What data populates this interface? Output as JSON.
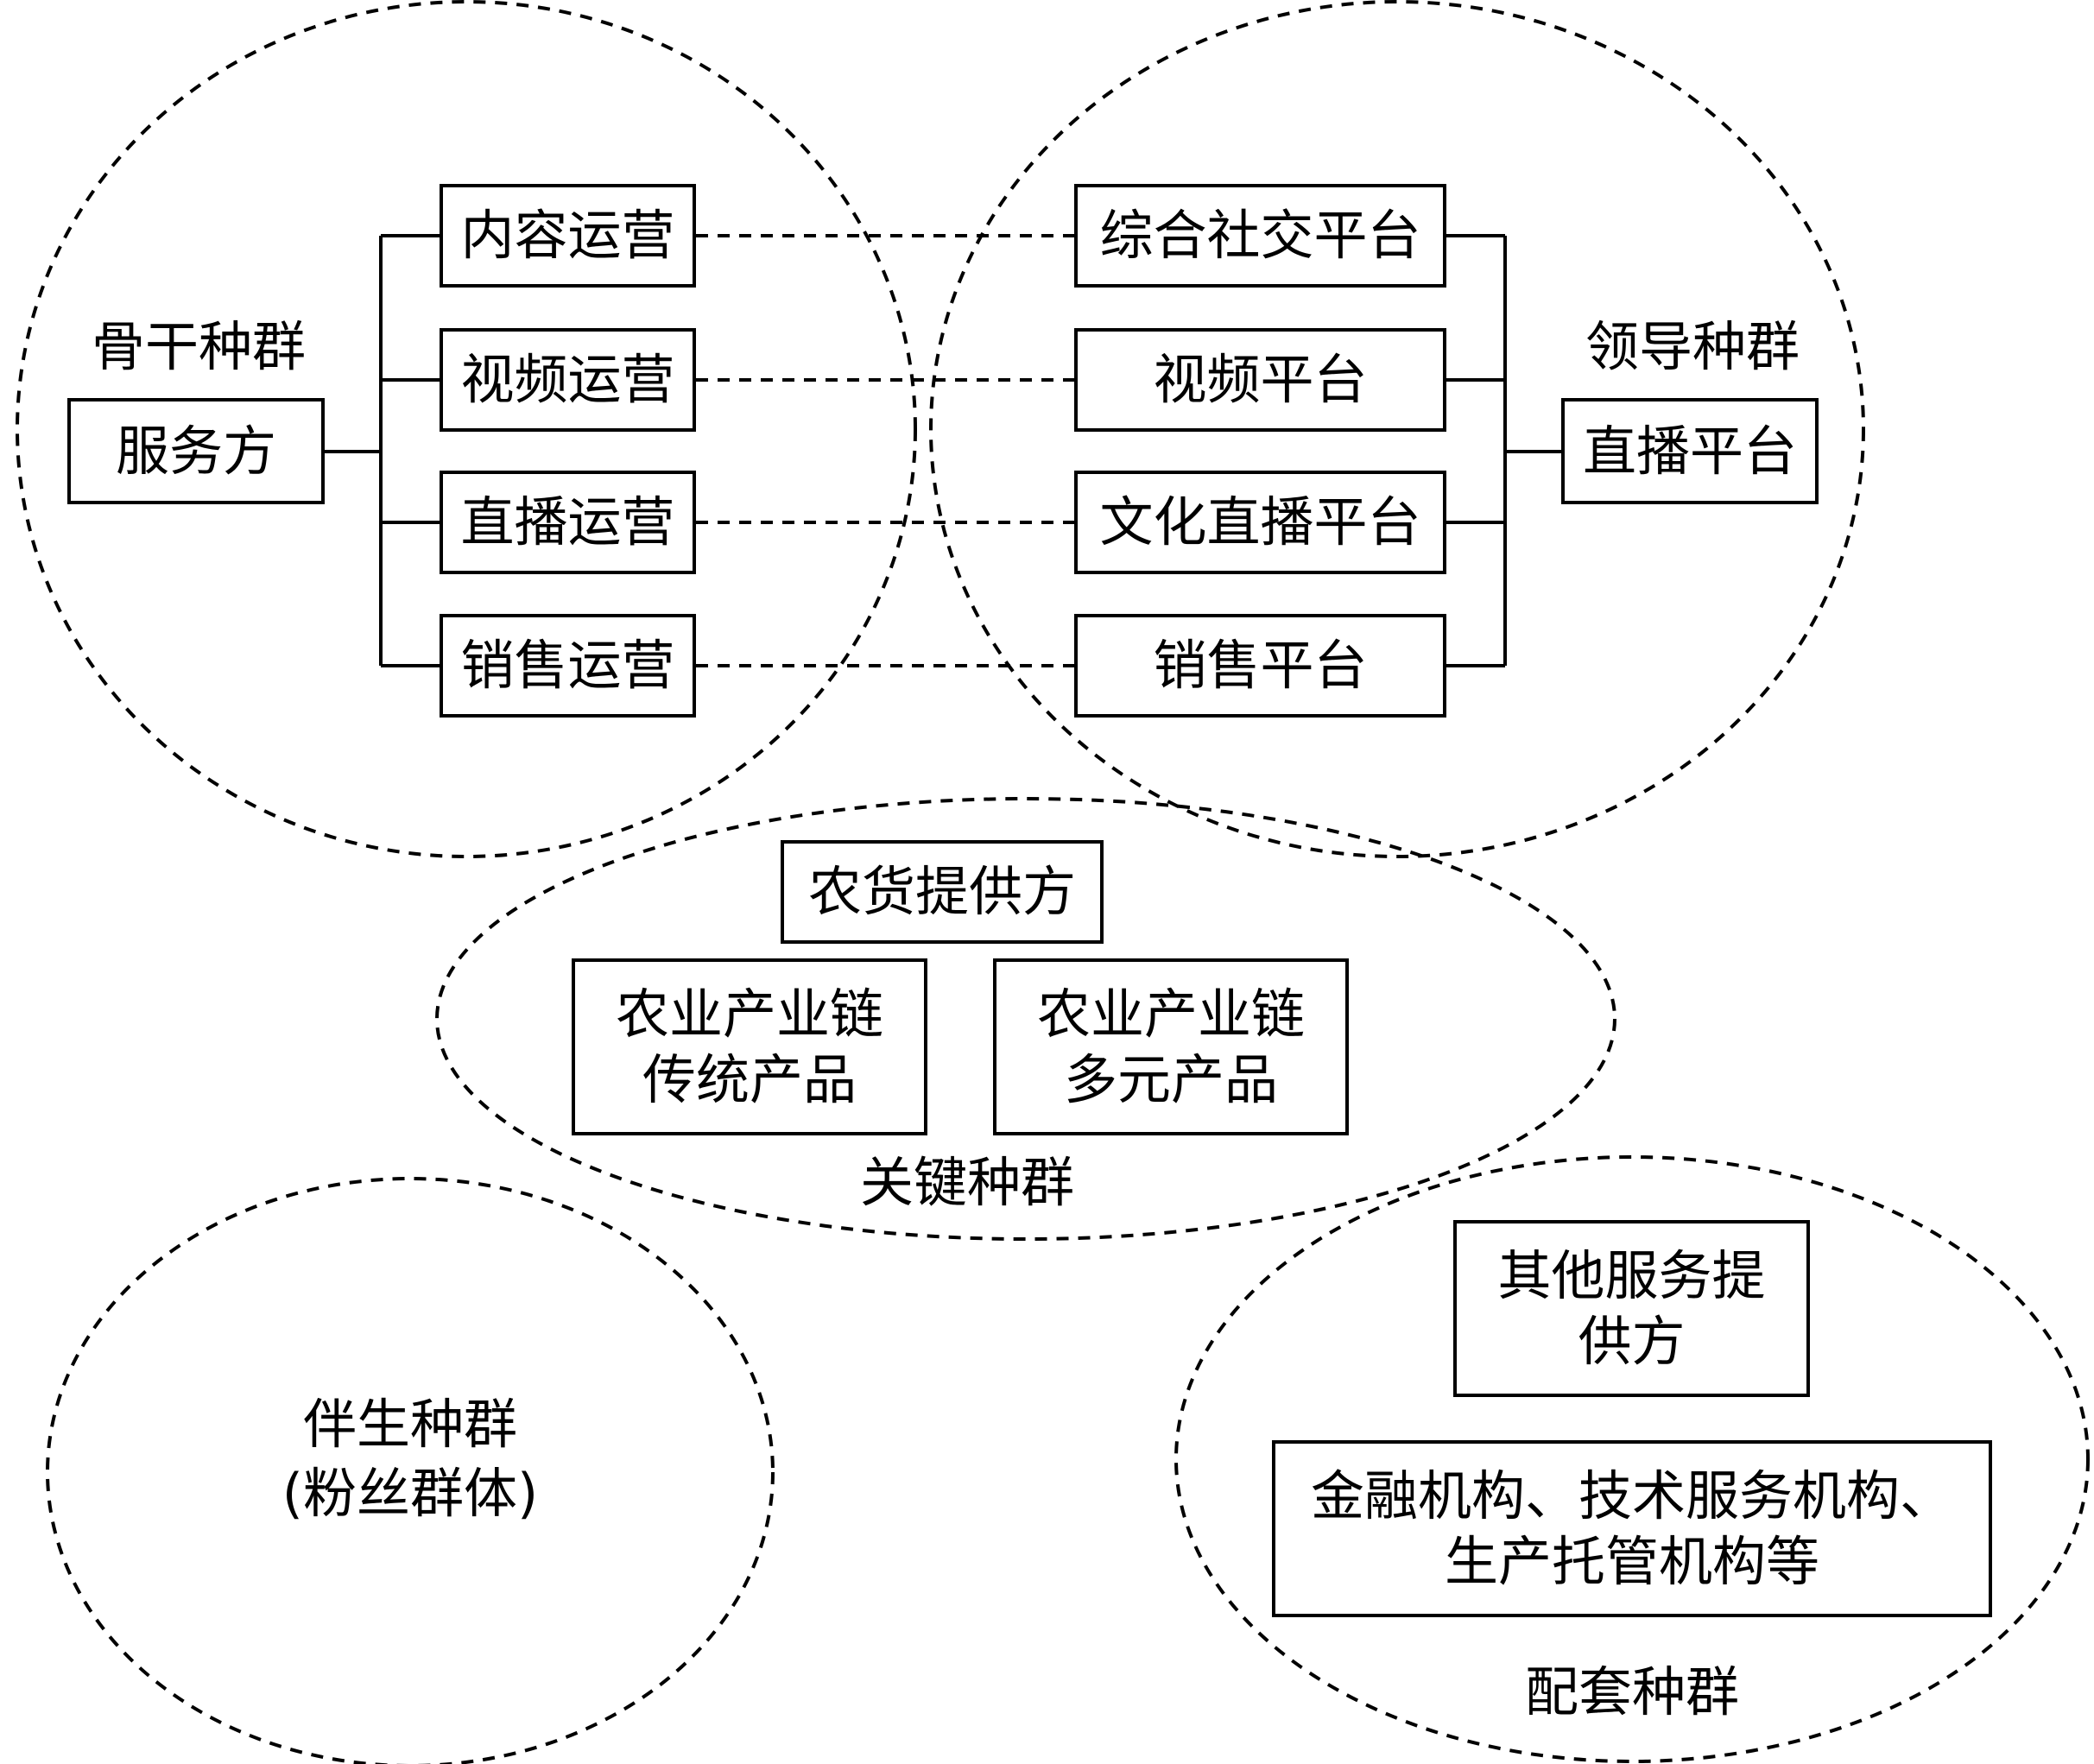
{
  "populations": {
    "backbone": {
      "label": "骨干种群",
      "main": "服务方",
      "items": [
        "内容运营",
        "视频运营",
        "直播运营",
        "销售运营"
      ]
    },
    "leader": {
      "label": "领导种群",
      "main": "直播平台",
      "items": [
        "综合社交平台",
        "视频平台",
        "文化直播平台",
        "销售平台"
      ]
    },
    "key": {
      "label": "关键种群",
      "main": "农货提供方",
      "products": [
        {
          "line1": "农业产业链",
          "line2": "传统产品"
        },
        {
          "line1": "农业产业链",
          "line2": "多元产品"
        }
      ]
    },
    "companion": {
      "line1": "伴生种群",
      "line2": "(粉丝群体)"
    },
    "supporting": {
      "label": "配套种群",
      "box1": {
        "line1": "其他服务提",
        "line2": "供方"
      },
      "box2": {
        "line1": "金融机构、技术服务机构、",
        "line2": "生产托管机构等"
      }
    }
  }
}
